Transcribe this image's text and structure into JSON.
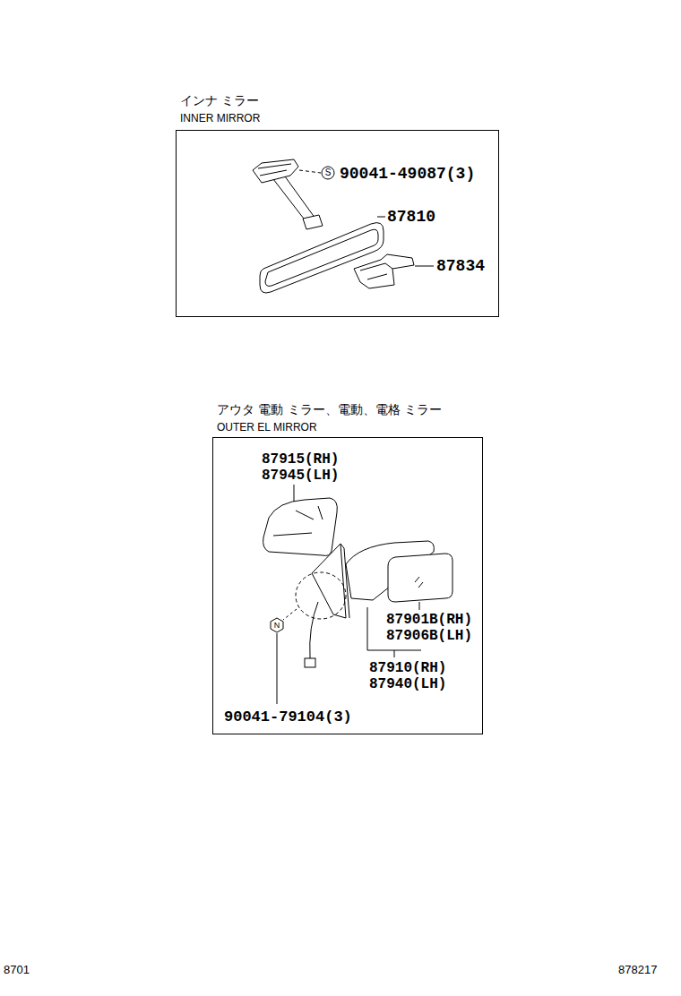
{
  "diagram": {
    "nodes": [
      {
        "text": [
          "インナ ミラー",
          "INNER MIRROR"
        ]
      },
      {
        "text": [
          "アウタ 電動 ミラー、電動、電格 ミラー",
          "OUTER EL MIRROR"
        ]
      }
    ],
    "labels": [
      "90041-49087(3)",
      "87810",
      "87834",
      "87915(RH)",
      "87945(LH)",
      "87901B(RH)",
      "87906B(LH)",
      "87910(RH)",
      "87940(LH)",
      "90041-79104(3)",
      "S",
      "N",
      "8701",
      "878217"
    ]
  }
}
